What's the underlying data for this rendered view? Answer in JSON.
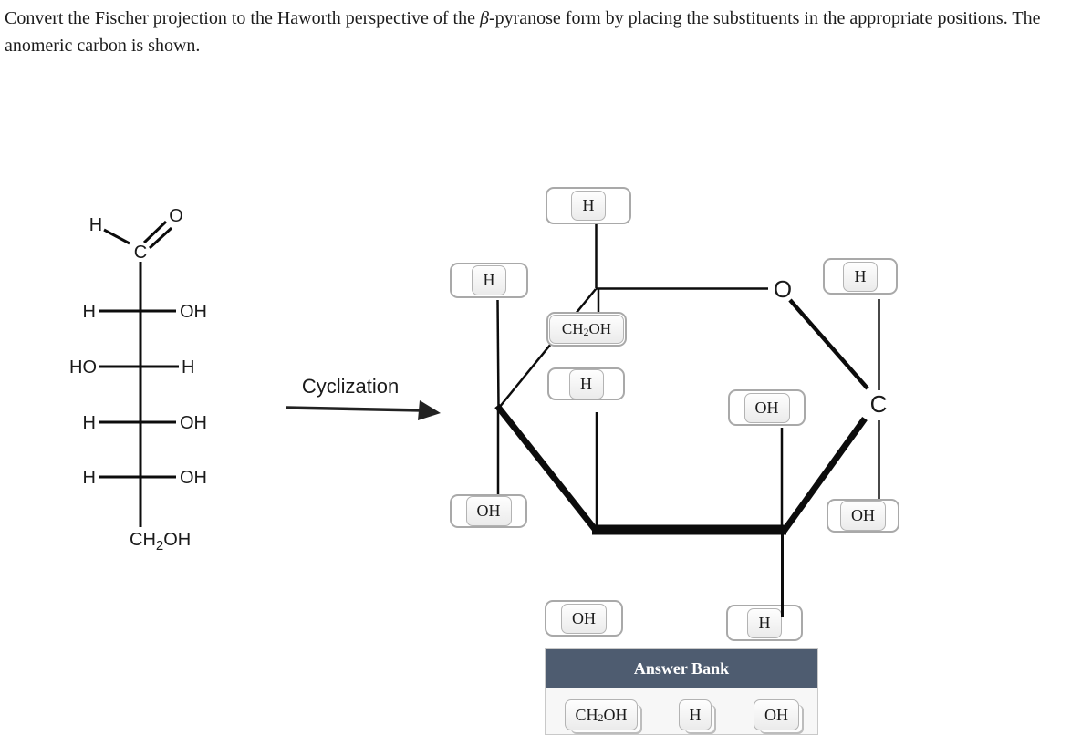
{
  "question": {
    "part1": "Convert the Fischer projection to the Haworth perspective of the ",
    "beta": "β",
    "part2": "-pyranose form by placing the substituents in the appropriate positions. The anomeric carbon is shown."
  },
  "fischer": {
    "h_top": "H",
    "o_top": "O",
    "c_top": "C",
    "rows": [
      {
        "left": "H",
        "right": "OH"
      },
      {
        "left": "HO",
        "right": "H"
      },
      {
        "left": "H",
        "right": "OH"
      },
      {
        "left": "H",
        "right": "OH"
      }
    ],
    "tail": {
      "pre": "CH",
      "sub": "2",
      "post": "OH"
    }
  },
  "cyclization": {
    "label": "Cyclization"
  },
  "haworth": {
    "ring_oxygen": "O",
    "anomeric_carbon": "C",
    "zones": {
      "c5_up": "H",
      "c4_up": "H",
      "c5_down": {
        "pre": "CH",
        "sub": "2",
        "post": "OH"
      },
      "c3_up": "H",
      "c1_up": "H",
      "c2_up": "OH",
      "c4_down": "OH",
      "c1_down": "OH",
      "c3_down": "OH",
      "c2_down": "H"
    }
  },
  "answer_bank": {
    "title": "Answer Bank",
    "items": {
      "ch2oh": {
        "pre": "CH",
        "sub": "2",
        "post": "OH"
      },
      "h": "H",
      "oh": "OH"
    }
  },
  "colors": {
    "bank_header_bg": "#4e5c70",
    "bank_header_text": "#ffffff",
    "bond_color": "#0c0c0c"
  }
}
